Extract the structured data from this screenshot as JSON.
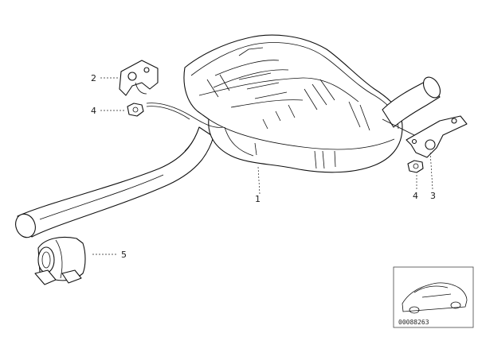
{
  "callouts": {
    "muffler": "1",
    "bracket_left": "2",
    "bracket_right": "3",
    "nut_left": "4",
    "nut_right": "4",
    "clamp": "5"
  },
  "inset": {
    "doc_number": "00088263"
  },
  "colors": {
    "line": "#111111",
    "background": "#ffffff"
  }
}
